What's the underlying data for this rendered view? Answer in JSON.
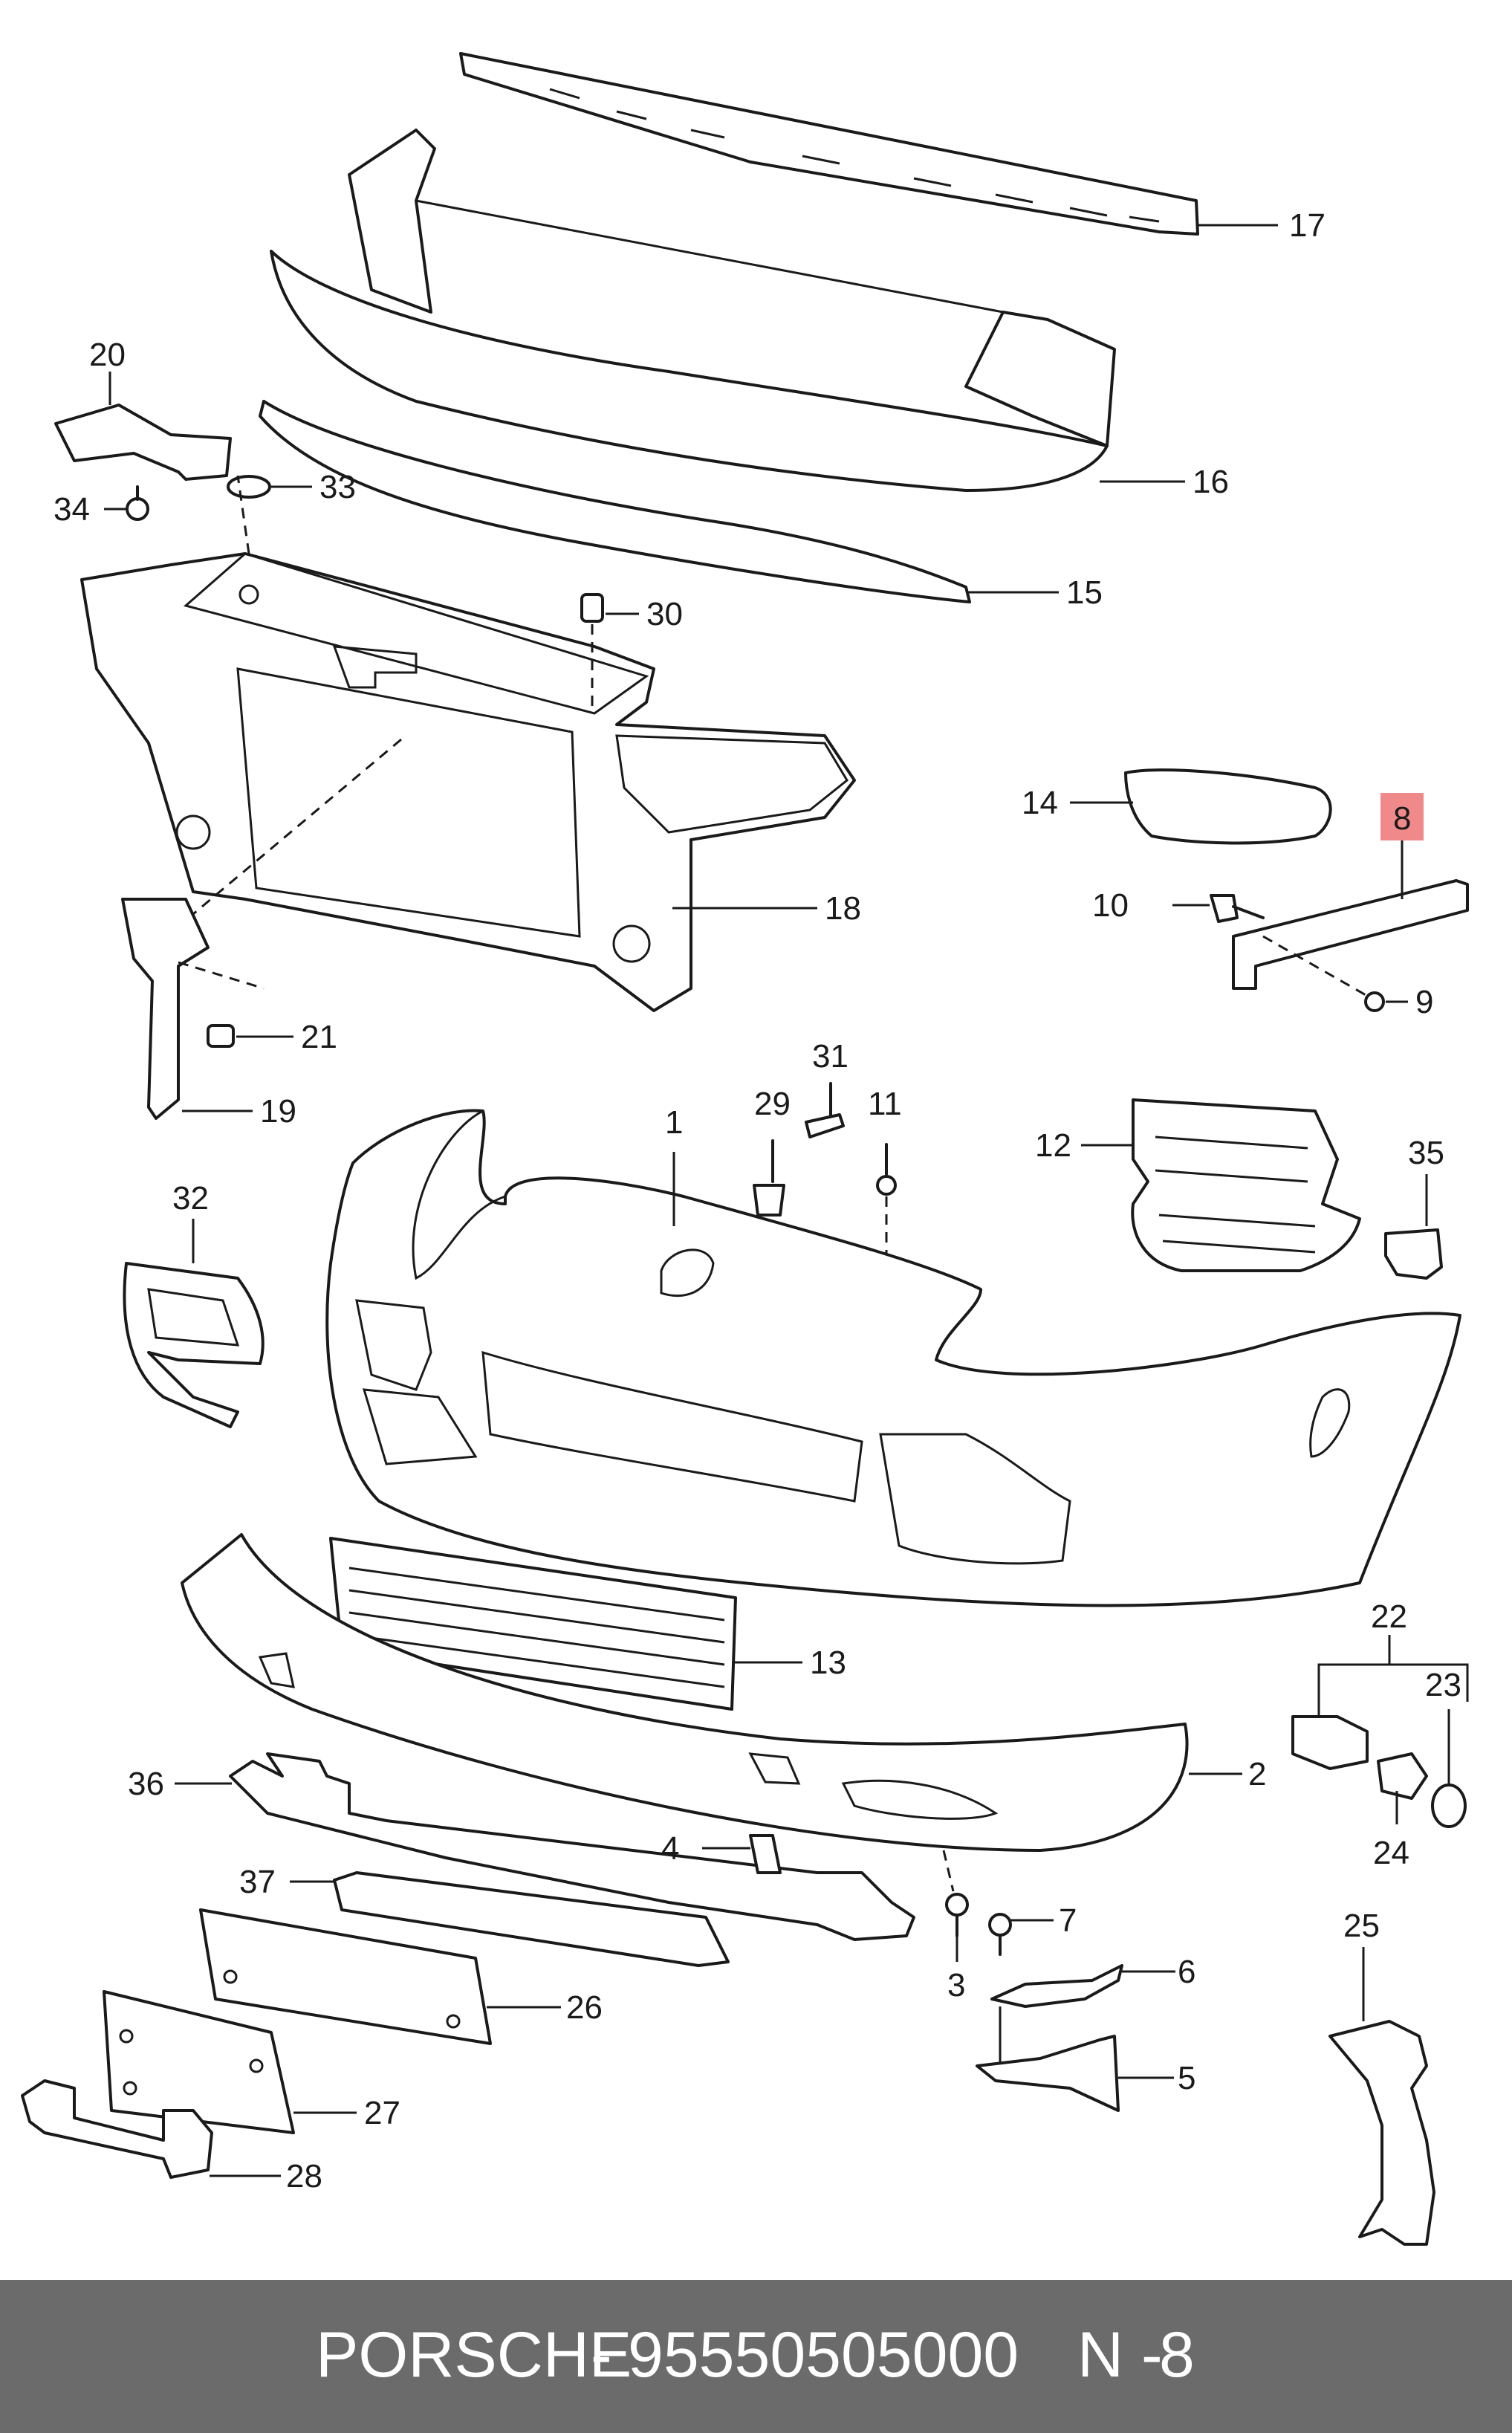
{
  "footer": {
    "brand": "PORSCHE",
    "separator": "-",
    "part_number": "95550505000",
    "position_prefix": "N - ",
    "position": "8"
  },
  "callouts": {
    "c1": "1",
    "c2": "2",
    "c3": "3",
    "c4": "4",
    "c5": "5",
    "c6": "6",
    "c7": "7",
    "c8": "8",
    "c9": "9",
    "c10": "10",
    "c11": "11",
    "c12": "12",
    "c13": "13",
    "c14": "14",
    "c15": "15",
    "c16": "16",
    "c17": "17",
    "c18": "18",
    "c19": "19",
    "c20": "20",
    "c21": "21",
    "c22": "22",
    "c23": "23",
    "c24": "24",
    "c25": "25",
    "c26": "26",
    "c27": "27",
    "c28": "28",
    "c29": "29",
    "c30": "30",
    "c31": "31",
    "c32": "32",
    "c33": "33",
    "c34": "34",
    "c35": "35",
    "c36": "36",
    "c37": "37"
  },
  "highlighted_callout": "8",
  "colors": {
    "highlight": "#f08a8a",
    "footer_bg": "#6b6b6b",
    "footer_text": "#ffffff"
  }
}
